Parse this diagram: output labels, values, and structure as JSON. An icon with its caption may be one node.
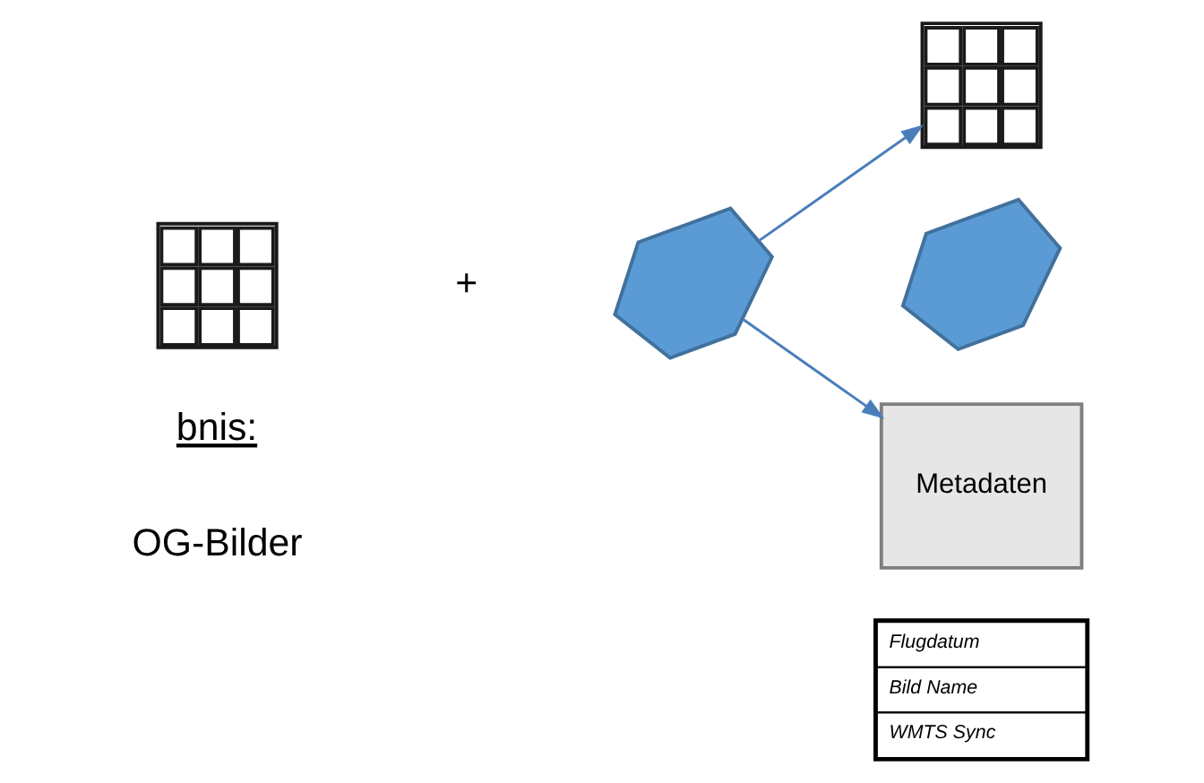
{
  "diagram": {
    "nodes": [
      {
        "text": [],
        "shape": "picture"
      },
      {
        "text": [],
        "shape": "picture"
      },
      {
        "text": [],
        "shape": "picture"
      },
      {
        "text": [],
        "shape": "picture"
      },
      {
        "text": [
          "Metadaten"
        ]
      },
      {
        "text": [
          "Flugdatum",
          "Bild Name",
          "WMTS Sync"
        ]
      }
    ],
    "edges": [
      {
        "from": 1,
        "to": 2,
        "arrow": "to"
      },
      {
        "from": 1,
        "to": 4,
        "arrow": "to"
      }
    ],
    "labels": [
      "+",
      "bnis:",
      "OG-Bilder"
    ]
  }
}
